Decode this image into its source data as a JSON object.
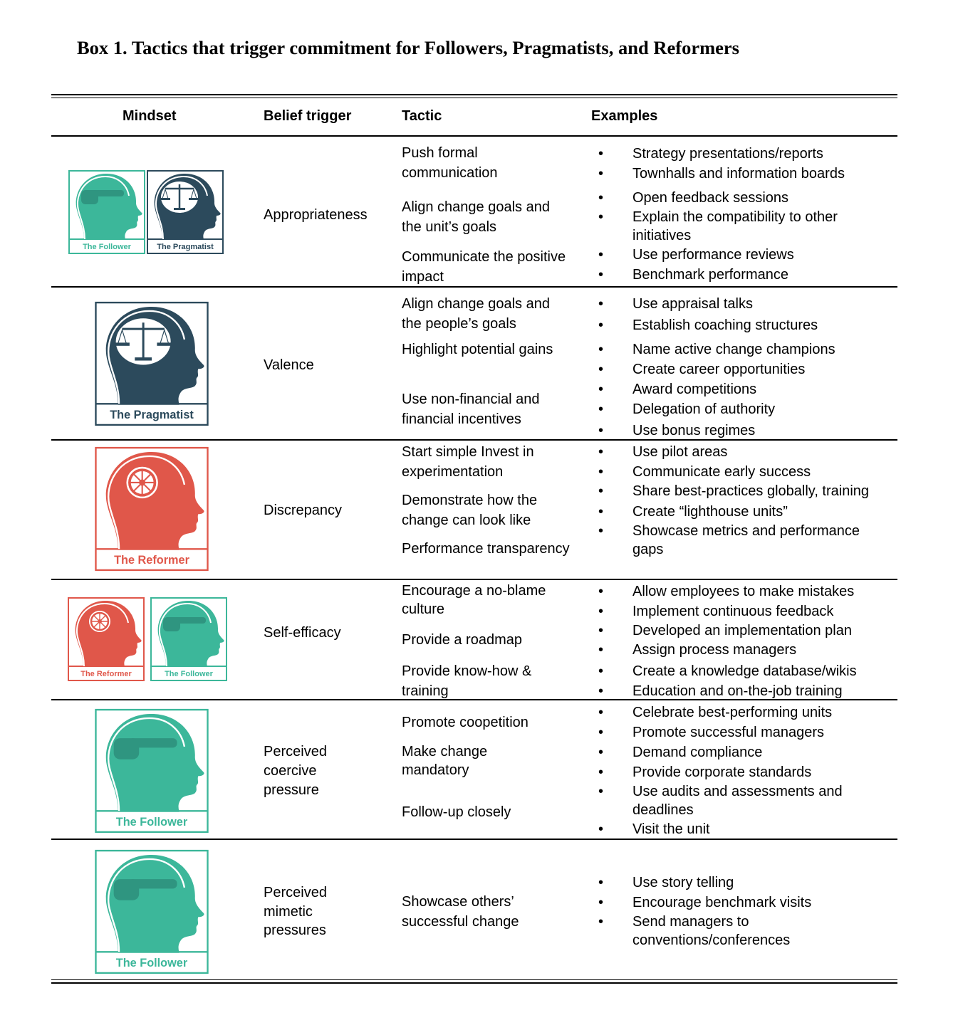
{
  "title": "Box 1. Tactics that trigger commitment for Followers, Pragmatists, and Reformers",
  "headers": {
    "mindset": "Mindset",
    "belief_trigger": "Belief trigger",
    "tactic": "Tactic",
    "examples": "Examples"
  },
  "mindset_labels": {
    "follower": "The Follower",
    "pragmatist": "The Pragmatist",
    "reformer": "The Reformer"
  },
  "colors": {
    "follower": "#3cb79a",
    "pragmatist": "#2c4a5c",
    "reformer": "#e0574a"
  },
  "icons": {
    "follower": "pointing-hand-head-icon",
    "pragmatist": "scales-head-icon",
    "reformer": "wheel-head-icon"
  },
  "rows": [
    {
      "mindsets": [
        "follower",
        "pragmatist"
      ],
      "belief_trigger": "Appropriateness",
      "tactics": [
        "Push formal communication",
        "Align change goals and the unit’s goals",
        "Communicate the positive impact"
      ],
      "examples": [
        "Strategy presentations/reports",
        "Townhalls and information boards",
        "Open feedback sessions",
        "Explain the compatibility to other initiatives",
        "Use performance reviews",
        "Benchmark performance"
      ]
    },
    {
      "mindsets": [
        "pragmatist"
      ],
      "belief_trigger": "Valence",
      "tactics": [
        "Align change goals and the people’s goals",
        "Highlight potential gains",
        "Use non-financial and financial incentives"
      ],
      "examples": [
        "Use appraisal talks",
        "Establish coaching structures",
        "Name active change champions",
        "Create career opportunities",
        "Award competitions",
        "Delegation of authority",
        "Use bonus regimes"
      ]
    },
    {
      "mindsets": [
        "reformer"
      ],
      "belief_trigger": "Discrepancy",
      "tactics": [
        "Start simple Invest in experimentation",
        "Demonstrate how the change can look like",
        "Performance transparency"
      ],
      "examples": [
        "Use pilot areas",
        "Communicate early success",
        "Share best-practices globally, training",
        "Create “lighthouse units”",
        "Showcase metrics and performance gaps"
      ]
    },
    {
      "mindsets": [
        "reformer",
        "follower"
      ],
      "belief_trigger": "Self-efficacy",
      "tactics": [
        "Encourage a no-blame culture",
        "Provide a roadmap",
        "Provide know-how & training"
      ],
      "examples": [
        "Allow employees to make mistakes",
        "Implement continuous feedback",
        "Developed an implementation plan",
        "Assign process managers",
        "Create a knowledge database/wikis",
        "Education and on-the-job training"
      ]
    },
    {
      "mindsets": [
        "follower"
      ],
      "belief_trigger": "Perceived coercive pressure",
      "tactics": [
        "Promote coopetition",
        "Make change mandatory",
        "Follow-up closely"
      ],
      "examples": [
        "Celebrate best-performing units",
        "Promote successful managers",
        "Demand compliance",
        "Provide corporate standards",
        "Use audits and assessments and deadlines",
        "Visit the unit"
      ]
    },
    {
      "mindsets": [
        "follower"
      ],
      "belief_trigger": "Perceived mimetic pressures",
      "tactics": [
        "Showcase others’ successful change"
      ],
      "examples": [
        "Use story telling",
        "Encourage benchmark visits",
        "Send managers to conventions/conferences"
      ]
    }
  ]
}
